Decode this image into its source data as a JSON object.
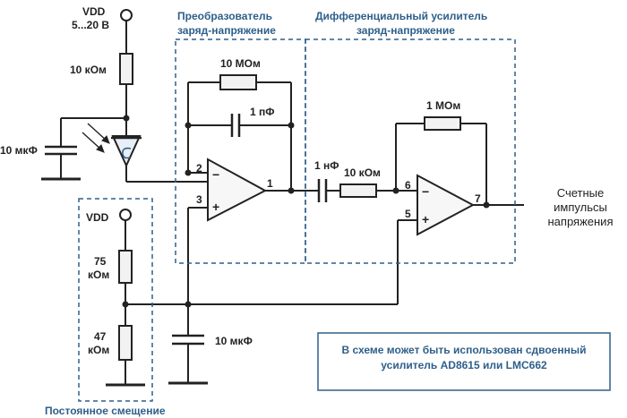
{
  "supply": {
    "label": "VDD",
    "range": "5...20 В"
  },
  "block_titles": {
    "converter_line1": "Преобразователь",
    "converter_line2": "заряд-напряжение",
    "diffamp_line1": "Дифференциальный усилитель",
    "diffamp_line2": "заряд-напряжение",
    "bias": "Постоянное смещение"
  },
  "components": {
    "r_supply": "10 кОм",
    "c_supply": "10 мкФ",
    "r_feedback1": "10 МОм",
    "c_feedback1": "1 пФ",
    "c_coupling": "1 нФ",
    "r_input2": "10 кОм",
    "r_feedback2": "1 МОм",
    "bias_vdd": "VDD",
    "r_bias_top_value": "75",
    "r_bias_top_unit": "кОм",
    "r_bias_bottom_value": "47",
    "r_bias_bottom_unit": "кОм",
    "c_bias": "10 мкФ"
  },
  "pins": {
    "p1": "1",
    "p2": "2",
    "p3": "3",
    "p5": "5",
    "p6": "6",
    "p7": "7",
    "minus": "−",
    "plus": "+"
  },
  "output": {
    "line1": "Счетные",
    "line2": "импульсы",
    "line3": "напряжения"
  },
  "note": {
    "line1": "В схеме может быть использован сдвоенный",
    "line2": "усилитель  AD8615 или LMC662"
  },
  "colors": {
    "wire": "#222222",
    "block_border": "#2e5f8a",
    "label_blue": "#2e5f8a",
    "resistor_fill": "#f2f2f2",
    "opamp_fill": "#f7f7f7",
    "diode_fill": "#e8eef5"
  }
}
